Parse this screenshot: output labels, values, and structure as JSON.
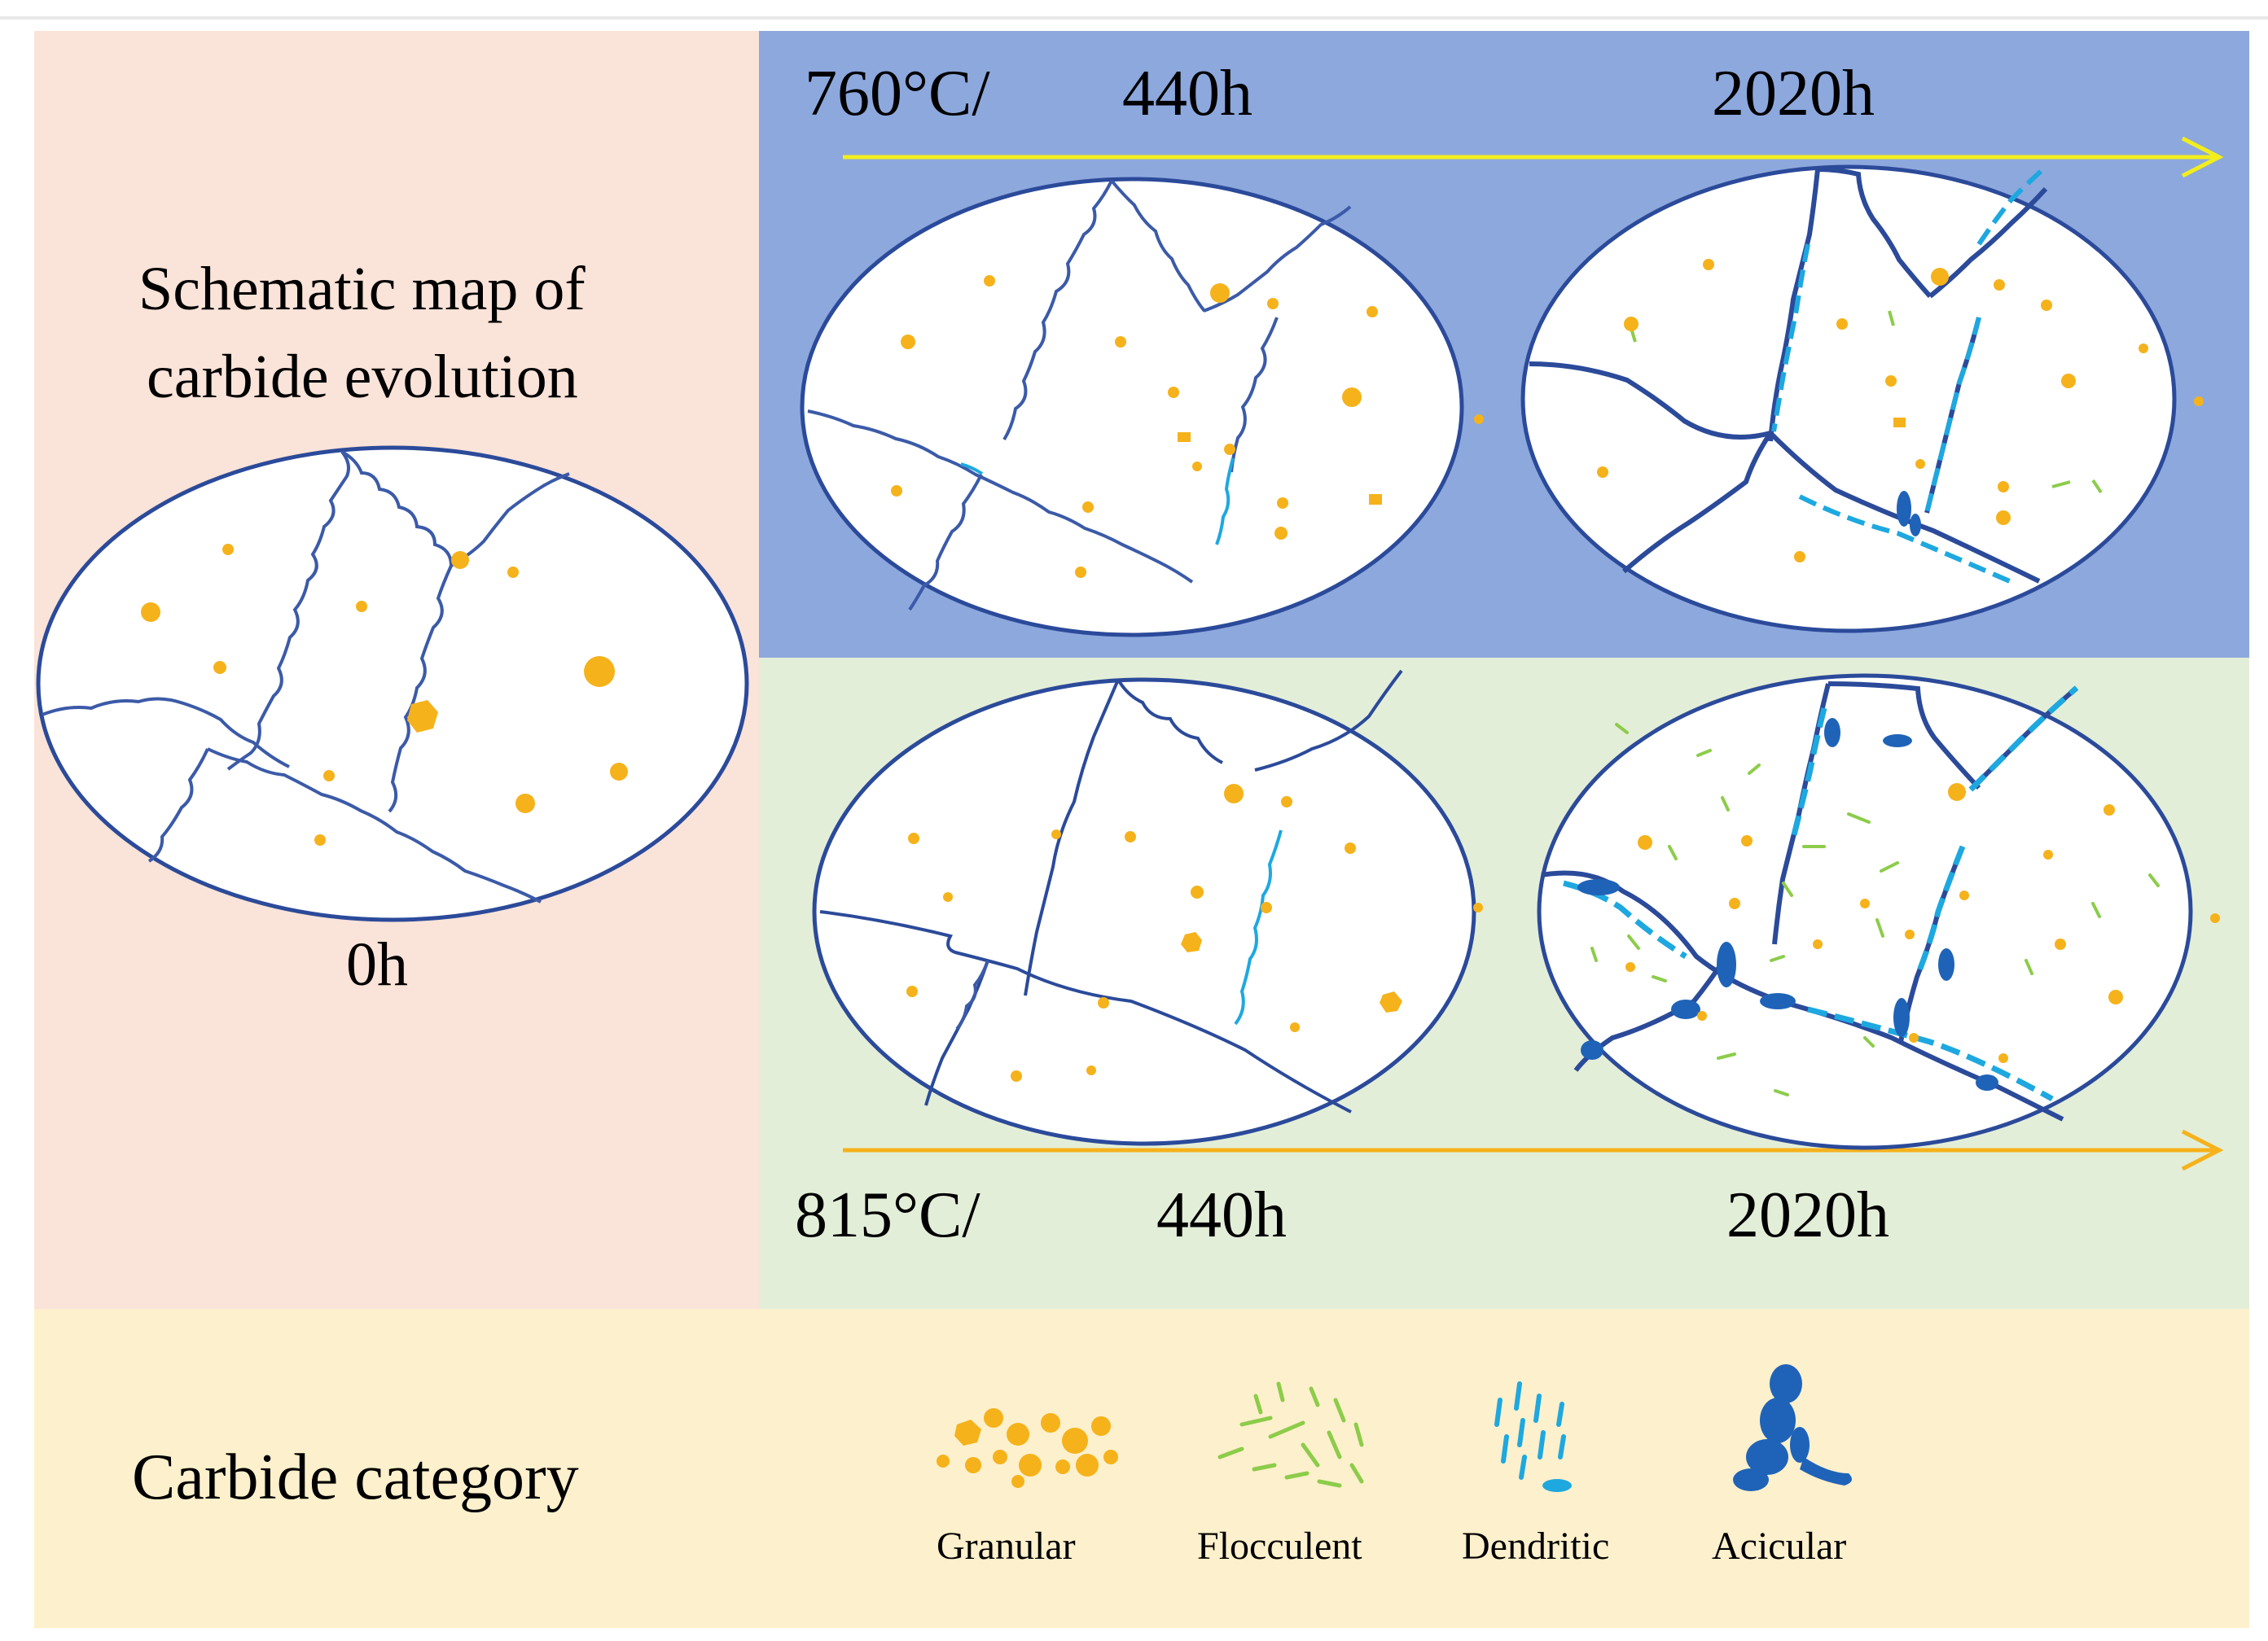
{
  "title": {
    "line1": "Schematic map of",
    "line2": "carbide evolution"
  },
  "initial": {
    "time": "0h"
  },
  "rows": [
    {
      "temperature": "760°C/",
      "times": [
        "440h",
        "2020h"
      ]
    },
    {
      "temperature": "815°C/",
      "times": [
        "440h",
        "2020h"
      ]
    }
  ],
  "legend": {
    "title": "Carbide category",
    "items": [
      {
        "label": "Granular",
        "color": "#f5b21b",
        "icon": "granular-carbide-icon"
      },
      {
        "label": "Flocculent",
        "color": "#8ccc4a",
        "icon": "flocculent-carbide-icon"
      },
      {
        "label": "Dendritic",
        "color": "#1ea8e0",
        "icon": "dendritic-carbide-icon"
      },
      {
        "label": "Acicular",
        "color": "#1f63b8",
        "icon": "acicular-carbide-icon"
      }
    ]
  },
  "colors": {
    "boundary": "#3b5aa8",
    "arrow_760": "#f2ee1c",
    "arrow_815": "#f5b21b"
  }
}
